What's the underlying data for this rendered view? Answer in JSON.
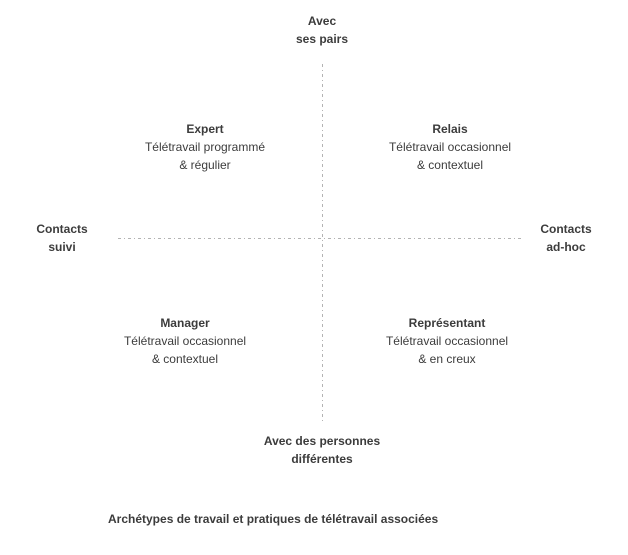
{
  "axis_labels": {
    "top": "Avec\nses pairs",
    "bottom": "Avec des personnes\ndifférentes",
    "left": "Contacts\nsuivi",
    "right": "Contacts\nad-hoc"
  },
  "quadrants": [
    {
      "position": "top-left",
      "name": "Expert",
      "description": "Télétravail programmé\n& régulier"
    },
    {
      "position": "top-right",
      "name": "Relais",
      "description": "Télétravail occasionnel\n& contextuel"
    },
    {
      "position": "bottom-left",
      "name": "Manager",
      "description": "Télétravail occasionnel\n& contextuel"
    },
    {
      "position": "bottom-right",
      "name": "Représentant",
      "description": "Télétravail occasionnel\n& en creux"
    }
  ],
  "caption": "Archétypes de travail et pratiques de télétravail associées",
  "colors": {
    "text": "#3c3c3c",
    "line": "#b3b3b3",
    "background": "#ffffff"
  }
}
